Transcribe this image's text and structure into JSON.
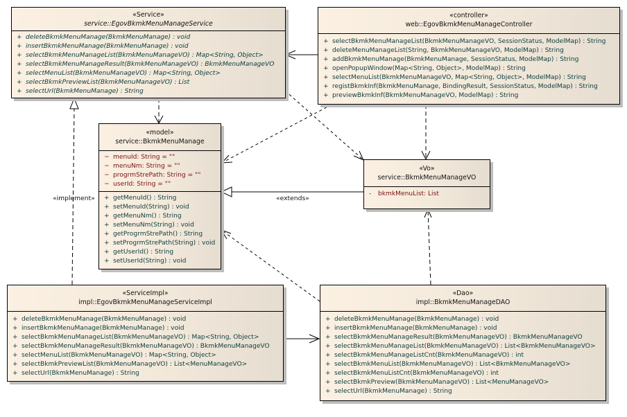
{
  "diagram": {
    "type": "UML class diagram",
    "classes": {
      "service": {
        "stereotype": "«Service»",
        "name": "service::EgovBkmkMenuManageService",
        "abstract": true,
        "attributes": [],
        "operations": [
          {
            "vis": "+",
            "sig": "deleteBkmkMenuManage(BkmkMenuManage) : void"
          },
          {
            "vis": "+",
            "sig": "insertBkmkMenuManage(BkmkMenuManage) : void"
          },
          {
            "vis": "+",
            "sig": "selectBkmkMenuManageList(BkmkMenuManageVO) : Map<String, Object>"
          },
          {
            "vis": "+",
            "sig": "selectBkmkMenuManageResult(BkmkMenuManageVO) : BkmkMenuManageVO"
          },
          {
            "vis": "+",
            "sig": "selectMenuList(BkmkMenuManageVO) : Map<String, Object>"
          },
          {
            "vis": "+",
            "sig": "selectBkmkPreviewList(BkmkMenuManageVO) : List"
          },
          {
            "vis": "+",
            "sig": "selectUrl(BkmkMenuManage) : String"
          }
        ]
      },
      "controller": {
        "stereotype": "«controller»",
        "name": "web::EgovBkmkMenuManageController",
        "attributes": [],
        "operations": [
          {
            "vis": "+",
            "sig": "selectBkmkMenuManageList(BkmkMenuManageVO, SessionStatus, ModelMap) : String"
          },
          {
            "vis": "+",
            "sig": "deleteMenuManageList(String, BkmkMenuManageVO, ModelMap) : String"
          },
          {
            "vis": "+",
            "sig": "addBkmkMenuManage(BkmkMenuManage, SessionStatus, ModelMap) : String"
          },
          {
            "vis": "+",
            "sig": "openPopupWindow(Map<String, Object>, ModelMap) : String"
          },
          {
            "vis": "+",
            "sig": "selectMenuList(BkmkMenuManageVO, Map<String, Object>, ModelMap) : String"
          },
          {
            "vis": "+",
            "sig": "registBkmkInf(BkmkMenuManage, BindingResult, SessionStatus, ModelMap) : String"
          },
          {
            "vis": "+",
            "sig": "previewBkmkInf(BkmkMenuManageVO, ModelMap) : String"
          }
        ]
      },
      "model": {
        "stereotype": "«model»",
        "name": "service::BkmkMenuManage",
        "attributes": [
          {
            "vis": "~",
            "sig": "menuId:  String = \"\""
          },
          {
            "vis": "~",
            "sig": "menuNm:  String = \"\""
          },
          {
            "vis": "~",
            "sig": "progrmStrePath:  String = \"\""
          },
          {
            "vis": "~",
            "sig": "userId:  String = \"\""
          }
        ],
        "operations": [
          {
            "vis": "+",
            "sig": "getMenuId() : String"
          },
          {
            "vis": "+",
            "sig": "setMenuId(String) : void"
          },
          {
            "vis": "+",
            "sig": "getMenuNm() : String"
          },
          {
            "vis": "+",
            "sig": "setMenuNm(String) : void"
          },
          {
            "vis": "+",
            "sig": "getProgrmStrePath() : String"
          },
          {
            "vis": "+",
            "sig": "setProgrmStrePath(String) : void"
          },
          {
            "vis": "+",
            "sig": "getUserId() : String"
          },
          {
            "vis": "+",
            "sig": "setUserId(String) : void"
          }
        ]
      },
      "vo": {
        "stereotype": "«Vo»",
        "name": "service::BkmkMenuManageVO",
        "attributes": [
          {
            "vis": "-",
            "sig": "bkmkMenuList:  List"
          }
        ],
        "operations": []
      },
      "serviceImpl": {
        "stereotype": "«ServiceImpl»",
        "name": "impl::EgovBkmkMenuManageServiceImpl",
        "attributes": [],
        "operations": [
          {
            "vis": "+",
            "sig": "deleteBkmkMenuManage(BkmkMenuManage) : void"
          },
          {
            "vis": "+",
            "sig": "insertBkmkMenuManage(BkmkMenuManage) : void"
          },
          {
            "vis": "+",
            "sig": "selectBkmkMenuManageList(BkmkMenuManageVO) : Map<String, Object>"
          },
          {
            "vis": "+",
            "sig": "selectBkmkMenuManageResult(BkmkMenuManageVO) : BkmkMenuManageVO"
          },
          {
            "vis": "+",
            "sig": "selectMenuList(BkmkMenuManageVO) : Map<String, Object>"
          },
          {
            "vis": "+",
            "sig": "selectBkmkPreviewList(BkmkMenuManageVO) : List<MenuManageVO>"
          },
          {
            "vis": "+",
            "sig": "selectUrl(BkmkMenuManage) : String"
          }
        ]
      },
      "dao": {
        "stereotype": "«Dao»",
        "name": "impl::BkmkMenuManageDAO",
        "attributes": [],
        "operations": [
          {
            "vis": "+",
            "sig": "deleteBkmkMenuManage(BkmkMenuManage) : void"
          },
          {
            "vis": "+",
            "sig": "insertBkmkMenuManage(BkmkMenuManage) : void"
          },
          {
            "vis": "+",
            "sig": "selectBkmkMenuManageResult(BkmkMenuManageVO) : BkmkMenuManageVO"
          },
          {
            "vis": "+",
            "sig": "selectBkmkMenuManageList(BkmkMenuManageVO) : List<BkmkMenuManageVO>"
          },
          {
            "vis": "+",
            "sig": "selectBkmkMenuManageListCnt(BkmkMenuManageVO) : int"
          },
          {
            "vis": "+",
            "sig": "selectBkmkMenuList(BkmkMenuManageVO) : List<BkmkMenuManageVO>"
          },
          {
            "vis": "+",
            "sig": "selectBkmkMenuListCnt(BkmkMenuManageVO) : int"
          },
          {
            "vis": "+",
            "sig": "selectBkmkPreview(BkmkMenuManageVO) : List<MenuManageVO>"
          },
          {
            "vis": "+",
            "sig": "selectUrl(BkmkMenuManage) : String"
          }
        ]
      }
    },
    "relationships": [
      {
        "from": "controller",
        "to": "service",
        "kind": "association",
        "label": ""
      },
      {
        "from": "serviceImpl",
        "to": "service",
        "kind": "realization",
        "label": "«implement»"
      },
      {
        "from": "service",
        "to": "model",
        "kind": "dependency",
        "label": ""
      },
      {
        "from": "service",
        "to": "vo",
        "kind": "dependency",
        "label": ""
      },
      {
        "from": "controller",
        "to": "model",
        "kind": "dependency",
        "label": ""
      },
      {
        "from": "controller",
        "to": "vo",
        "kind": "dependency",
        "label": ""
      },
      {
        "from": "vo",
        "to": "model",
        "kind": "generalization",
        "label": "«extends»"
      },
      {
        "from": "dao",
        "to": "model",
        "kind": "dependency",
        "label": ""
      },
      {
        "from": "dao",
        "to": "vo",
        "kind": "dependency",
        "label": ""
      },
      {
        "from": "serviceImpl",
        "to": "dao",
        "kind": "association",
        "label": ""
      }
    ],
    "colors": {
      "operation_text": "#0b3c3c",
      "attribute_text": "#7a0f0f",
      "box_fill_light": "#fbf0e2",
      "box_fill_dark": "#e5ddd0",
      "shadow": "#bdbdbd"
    }
  }
}
